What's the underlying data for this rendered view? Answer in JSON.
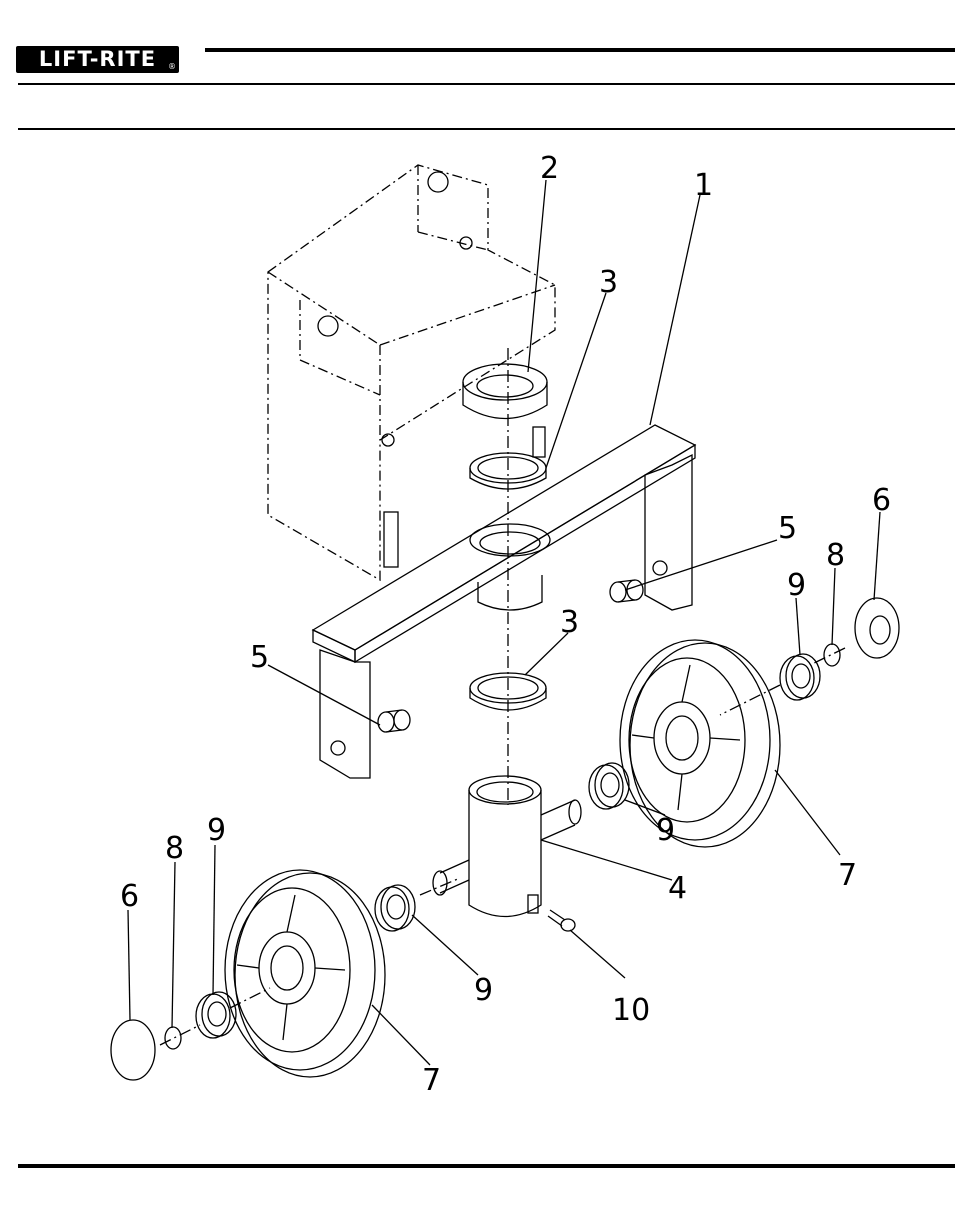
{
  "header": {
    "logo_text": "LIFT-RITE",
    "logo_mark": "®"
  },
  "callouts": [
    "1",
    "2",
    "3",
    "3",
    "4",
    "5",
    "5",
    "6",
    "6",
    "7",
    "7",
    "8",
    "8",
    "9",
    "9",
    "9",
    "9",
    "10"
  ]
}
